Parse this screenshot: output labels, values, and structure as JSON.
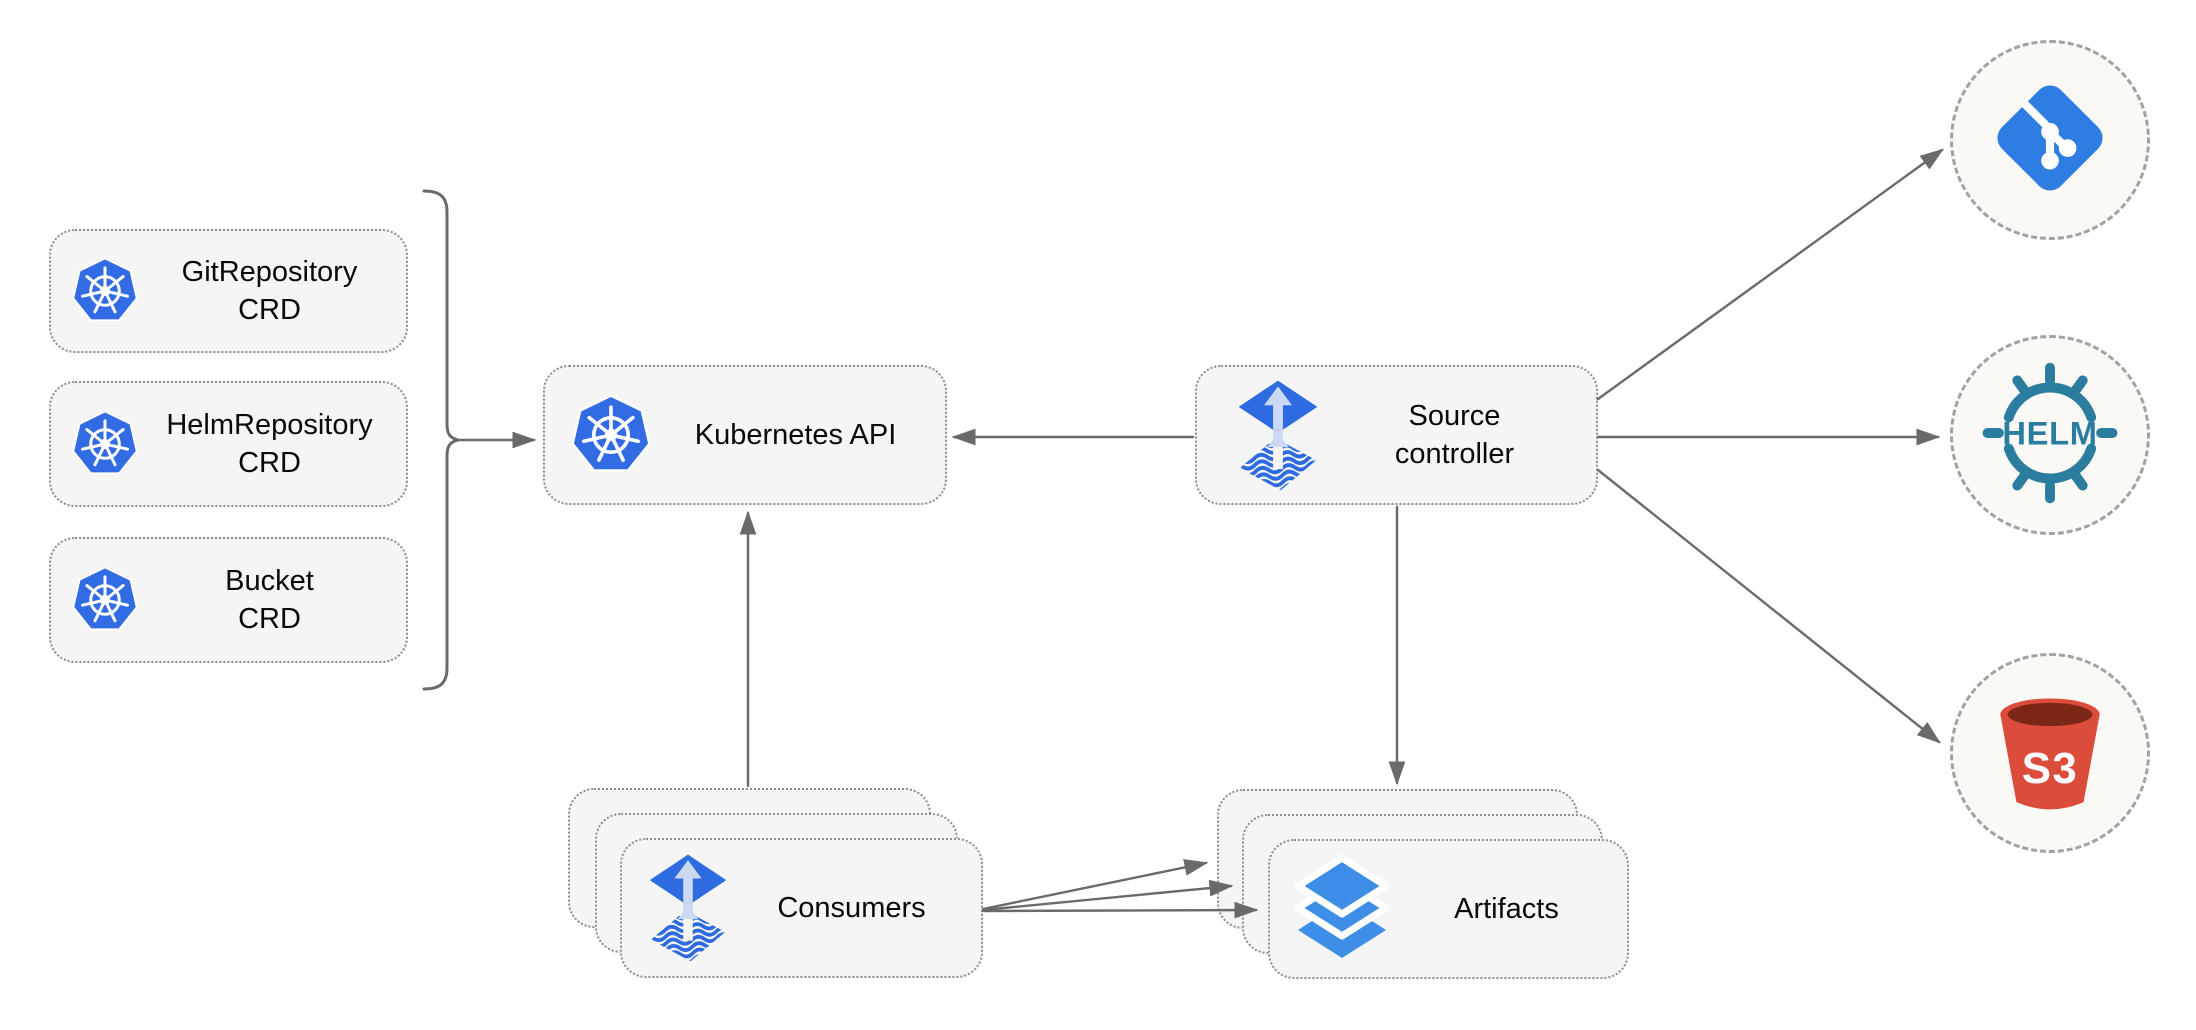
{
  "colors": {
    "kubernetes_blue": "#326CE5",
    "flux_blue": "#2F6BE0",
    "flux_light": "#CBD9F5",
    "flux_stripe": "#2F6BE0",
    "layers_blue": "#3E8EE8",
    "git_blue": "#2E7DE3",
    "helm_teal": "#2A7D9E",
    "s3_red": "#DB4C3B",
    "s3_dark": "#7C2616",
    "arrow_gray": "#6A6A6A",
    "node_fill": "#F5F5F5",
    "node_border": "#8D8D8D",
    "circle_fill": "#FAF9F6",
    "circle_border": "#A2A2A2"
  },
  "crd_boxes": [
    {
      "line1": "GitRepository",
      "line2": "CRD",
      "icon": "kubernetes-icon"
    },
    {
      "line1": "HelmRepository",
      "line2": "CRD",
      "icon": "kubernetes-icon"
    },
    {
      "line1": "Bucket",
      "line2": "CRD",
      "icon": "kubernetes-icon"
    }
  ],
  "kubernetes_api": {
    "label": "Kubernetes API",
    "icon": "kubernetes-icon"
  },
  "source_controller": {
    "line1": "Source",
    "line2": "controller",
    "icon": "flux-icon"
  },
  "consumers": {
    "label": "Consumers",
    "icon": "flux-icon",
    "stacked_count": 3
  },
  "artifacts": {
    "label": "Artifacts",
    "icon": "layers-icon",
    "stacked_count": 3
  },
  "external_sources": [
    {
      "name": "Git repository",
      "icon": "git-icon"
    },
    {
      "name": "Helm repository",
      "icon": "helm-icon",
      "label": "HELM"
    },
    {
      "name": "S3 bucket",
      "icon": "s3-bucket-icon",
      "label": "S3"
    }
  ]
}
